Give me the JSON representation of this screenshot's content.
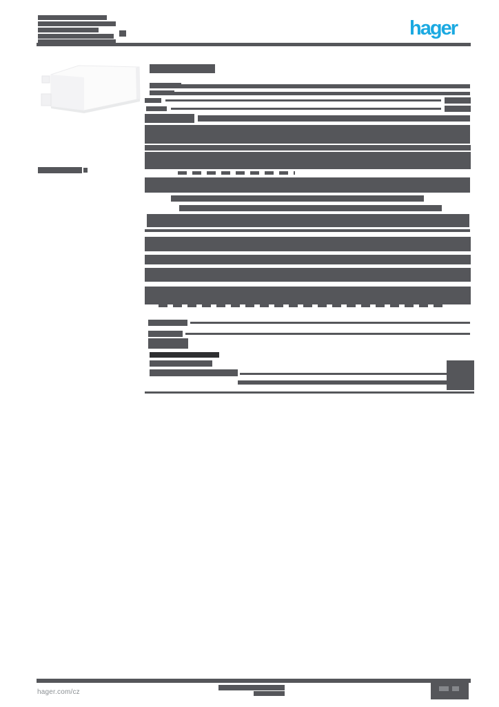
{
  "colors": {
    "text_bar": "#55565a",
    "dark_bar": "#2e2f31",
    "accent_blue": "#1ba9e1",
    "muted_gray": "#8a8f93",
    "product_fill": "#fbfbfb",
    "product_edge": "#e9eaeb"
  },
  "header": {
    "logo_text": "hager"
  },
  "footer": {
    "site_label": "hager.com/cz"
  },
  "bars": {
    "header": [
      [
        55,
        22,
        100,
        7
      ],
      [
        55,
        31,
        113,
        7
      ],
      [
        55,
        40,
        88,
        7
      ],
      [
        173,
        44,
        10,
        9
      ],
      [
        55,
        49,
        110,
        7
      ],
      [
        55,
        57,
        113,
        6
      ]
    ],
    "sidebar": [
      [
        55,
        242,
        64,
        9
      ],
      [
        121,
        243,
        6,
        7
      ]
    ],
    "content": [
      [
        217,
        93,
        95,
        13
      ],
      [
        217,
        120,
        46,
        8
      ],
      [
        263,
        122,
        419,
        6
      ],
      [
        217,
        131,
        36,
        7
      ],
      [
        248,
        133,
        434,
        5
      ],
      [
        210,
        142,
        24,
        7
      ],
      [
        240,
        144,
        400,
        3
      ],
      [
        645,
        141,
        38,
        9
      ],
      [
        212,
        154,
        30,
        7
      ],
      [
        248,
        156,
        392,
        3
      ],
      [
        645,
        153,
        38,
        9
      ],
      [
        210,
        165,
        72,
        13
      ],
      [
        287,
        167,
        395,
        9
      ],
      [
        210,
        181,
        472,
        27
      ],
      [
        210,
        210,
        473,
        8
      ],
      [
        210,
        220,
        473,
        25
      ],
      [
        258,
        248,
        170,
        5,
        "dash"
      ],
      [
        210,
        257,
        472,
        22
      ],
      [
        248,
        283,
        367,
        9
      ],
      [
        260,
        297,
        381,
        9
      ],
      [
        213,
        310,
        468,
        19
      ],
      [
        210,
        332,
        472,
        4
      ],
      [
        210,
        343,
        473,
        21
      ],
      [
        210,
        369,
        473,
        14
      ],
      [
        210,
        388,
        473,
        20
      ],
      [
        210,
        415,
        473,
        26
      ],
      [
        230,
        441,
        420,
        4,
        "dash"
      ],
      [
        215,
        463,
        57,
        9
      ],
      [
        276,
        466,
        406,
        3
      ],
      [
        215,
        479,
        50,
        9
      ],
      [
        269,
        482,
        413,
        3
      ],
      [
        215,
        490,
        58,
        15
      ],
      [
        217,
        510,
        101,
        8,
        "dark"
      ],
      [
        217,
        522,
        91,
        9
      ],
      [
        648,
        522,
        40,
        43
      ],
      [
        217,
        535,
        128,
        10
      ],
      [
        348,
        540,
        300,
        3
      ],
      [
        345,
        551,
        303,
        6
      ],
      [
        210,
        567,
        478,
        3
      ]
    ],
    "footer": [
      [
        317,
        992,
        96,
        8
      ],
      [
        368,
        1001,
        45,
        7
      ]
    ]
  }
}
